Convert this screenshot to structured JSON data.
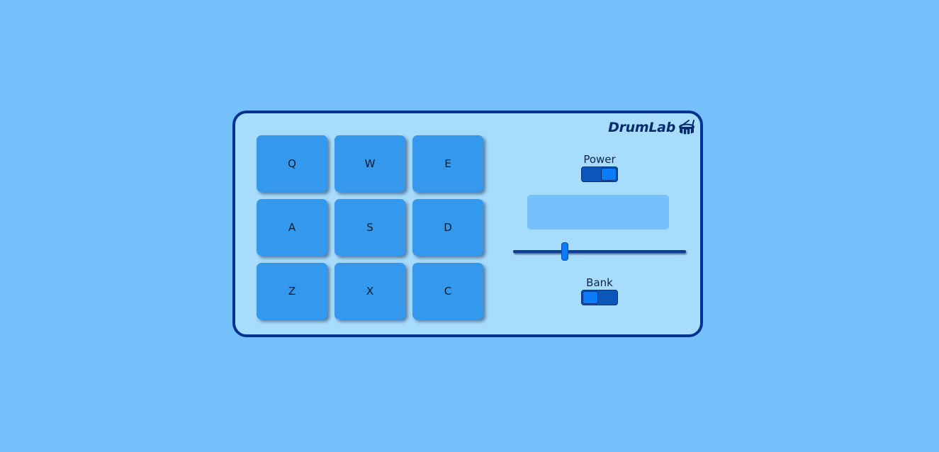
{
  "app": {
    "brand": "DrumLab",
    "brand_icon": "drum-icon"
  },
  "pads": [
    {
      "key": "Q"
    },
    {
      "key": "W"
    },
    {
      "key": "E"
    },
    {
      "key": "A"
    },
    {
      "key": "S"
    },
    {
      "key": "D"
    },
    {
      "key": "Z"
    },
    {
      "key": "X"
    },
    {
      "key": "C"
    }
  ],
  "controls": {
    "power": {
      "label": "Power",
      "on": true
    },
    "display": {
      "text": ""
    },
    "volume": {
      "value": 0.3
    },
    "bank": {
      "label": "Bank",
      "on": false
    }
  },
  "colors": {
    "background": "#75bffb",
    "panel": "#a8dcfc",
    "border": "#03348f",
    "pad": "#3498ed",
    "accent": "#0a7cf9"
  }
}
